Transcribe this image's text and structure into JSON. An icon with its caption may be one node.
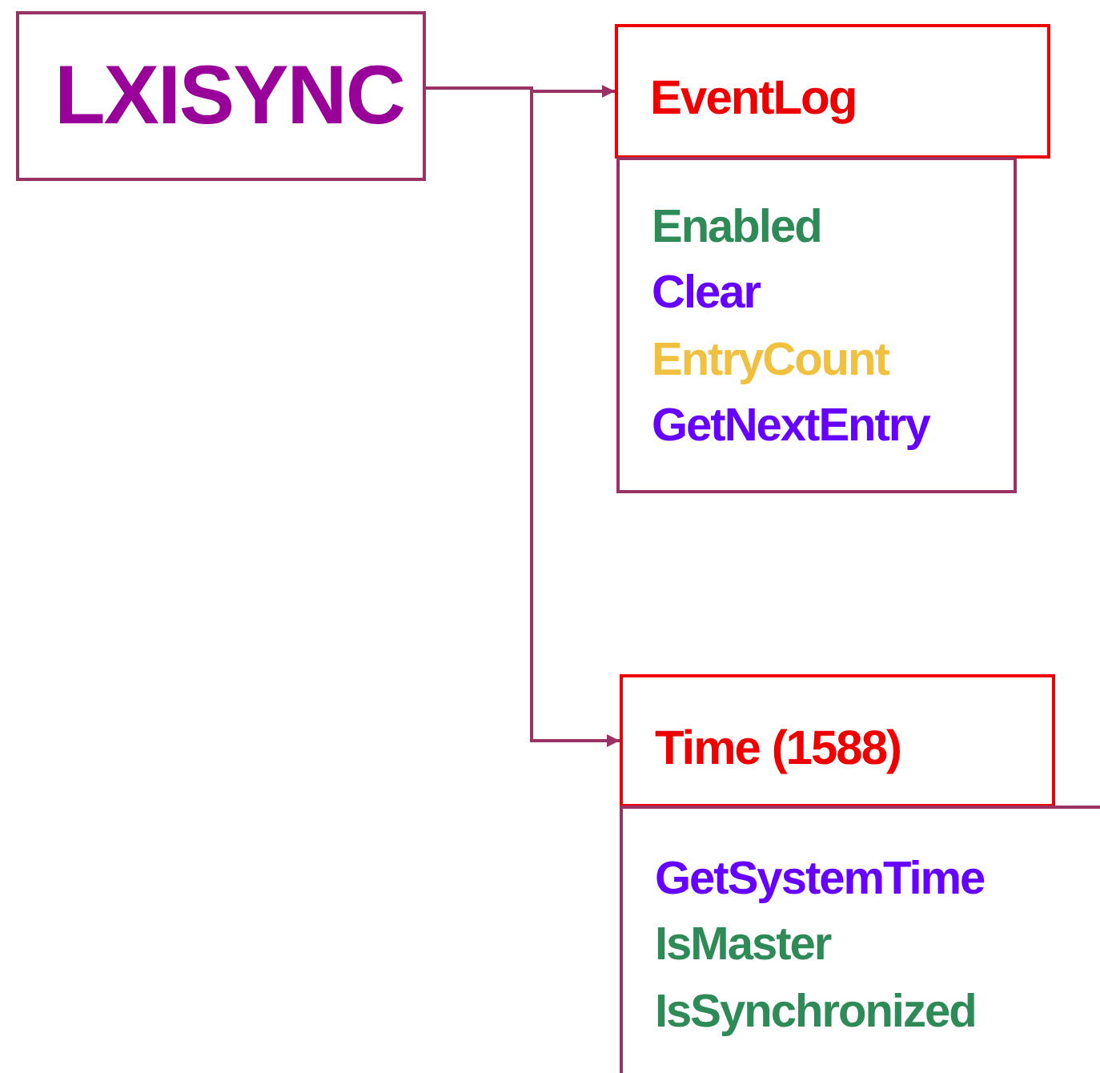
{
  "diagram": {
    "nodes": [
      {
        "text": [
          "LXISYNC"
        ]
      },
      {
        "text": [
          "EventLog"
        ]
      },
      {
        "text": [
          "Enabled",
          "Clear",
          "EntryCount",
          "GetNextEntry"
        ]
      },
      {
        "text": [
          "Time (1588)"
        ]
      },
      {
        "text": [
          "GetSystemTime",
          "IsMaster",
          "IsSynchronized"
        ]
      }
    ],
    "edges": [
      {
        "from": 0,
        "to": 1,
        "arrow": "to"
      },
      {
        "from": 0,
        "to": 3,
        "arrow": "to"
      }
    ]
  }
}
